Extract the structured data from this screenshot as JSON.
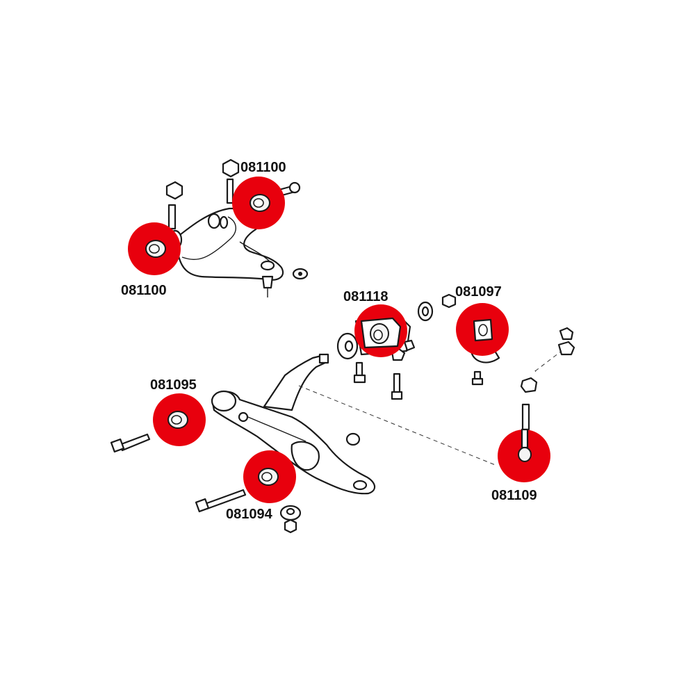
{
  "highlight_color": "#e8000d",
  "labels": {
    "upper_arm_rear": "081100",
    "upper_arm_front": "081100",
    "compliance_bushing": "081118",
    "sway_bar_bushing": "081097",
    "lower_arm_front": "081095",
    "lower_arm_rear": "081094",
    "end_link_bushing": "081109"
  }
}
